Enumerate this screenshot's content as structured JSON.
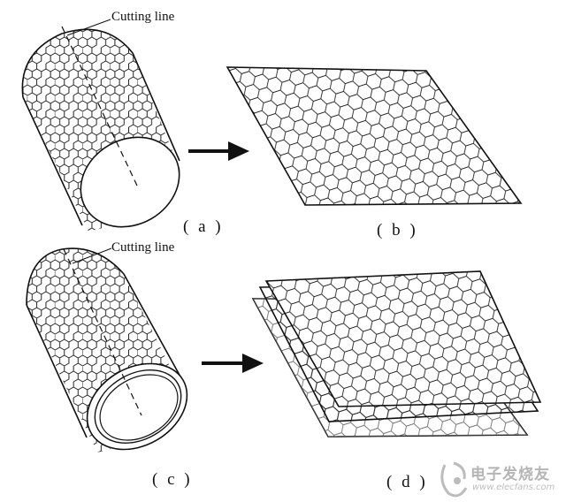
{
  "panels": {
    "a": {
      "caption": "( a )",
      "cut_label": "Cutting line"
    },
    "b": {
      "caption": "( b )"
    },
    "c": {
      "caption": "( c )",
      "cut_label": "Cutting line"
    },
    "d": {
      "caption": "( d )"
    }
  },
  "watermark": {
    "title": "电子发烧友",
    "url": "www.elecfans.com"
  },
  "colors": {
    "line": "#111111",
    "background": "#ffffff",
    "watermark": "#b5b5b5"
  }
}
